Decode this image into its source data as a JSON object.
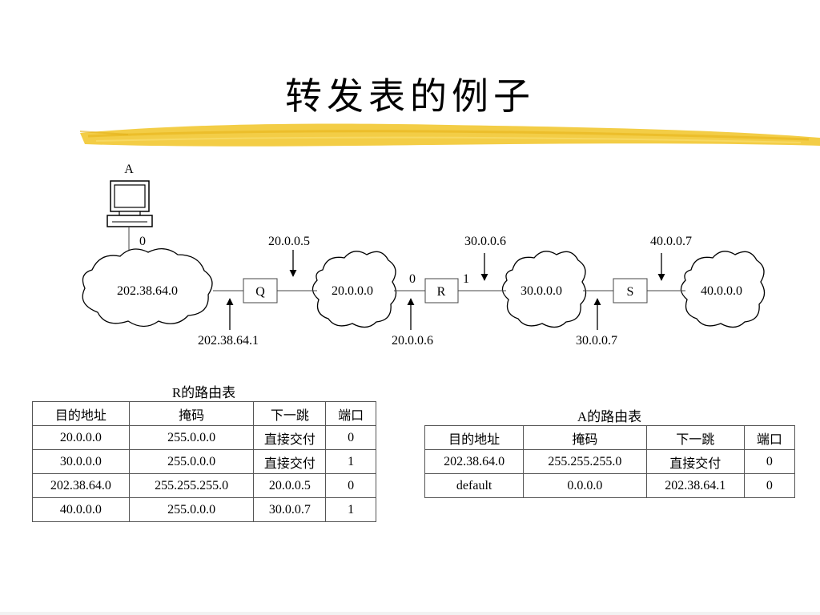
{
  "title": "转发表的例子",
  "host": {
    "label": "A",
    "port": "0"
  },
  "networks": [
    {
      "id": "n1",
      "label": "202.38.64.0"
    },
    {
      "id": "n2",
      "label": "20.0.0.0"
    },
    {
      "id": "n3",
      "label": "30.0.0.0"
    },
    {
      "id": "n4",
      "label": "40.0.0.0"
    }
  ],
  "routers": [
    {
      "id": "q",
      "label": "Q"
    },
    {
      "id": "r",
      "label": "R",
      "port_left": "0",
      "port_right": "1"
    },
    {
      "id": "s",
      "label": "S"
    }
  ],
  "addresses": {
    "q_left": "202.38.64.1",
    "q_right": "20.0.0.5",
    "r_left": "20.0.0.6",
    "r_right": "30.0.0.6",
    "s_left": "30.0.0.7",
    "s_right": "40.0.0.7"
  },
  "r_table": {
    "caption": "R的路由表",
    "headers": [
      "目的地址",
      "掩码",
      "下一跳",
      "端口"
    ],
    "rows": [
      [
        "20.0.0.0",
        "255.0.0.0",
        "直接交付",
        "0"
      ],
      [
        "30.0.0.0",
        "255.0.0.0",
        "直接交付",
        "1"
      ],
      [
        "202.38.64.0",
        "255.255.255.0",
        "20.0.0.5",
        "0"
      ],
      [
        "40.0.0.0",
        "255.0.0.0",
        "30.0.0.7",
        "1"
      ]
    ]
  },
  "a_table": {
    "caption": "A的路由表",
    "headers": [
      "目的地址",
      "掩码",
      "下一跳",
      "端口"
    ],
    "rows": [
      [
        "202.38.64.0",
        "255.255.255.0",
        "直接交付",
        "0"
      ],
      [
        "default",
        "0.0.0.0",
        "202.38.64.1",
        "0"
      ]
    ]
  },
  "colors": {
    "highlight": "#f2c832",
    "line": "#444444"
  }
}
